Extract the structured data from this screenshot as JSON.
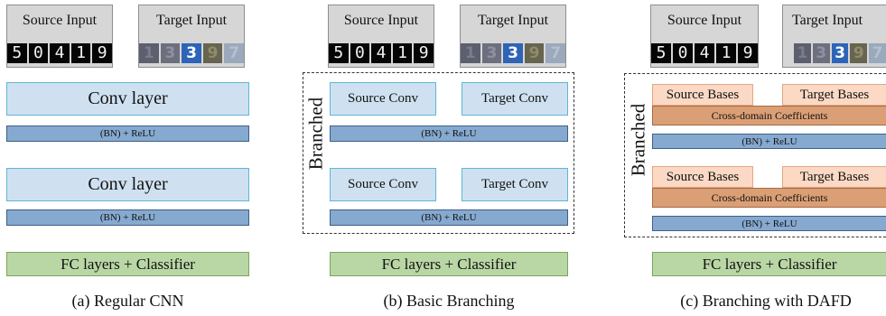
{
  "inputs": {
    "source_title": "Source Input",
    "target_title": "Target Input",
    "source_digits": [
      "5",
      "0",
      "4",
      "1",
      "9"
    ],
    "target_digits": [
      "1",
      "3",
      "3",
      "9",
      "7"
    ]
  },
  "panel_a": {
    "conv1": "Conv layer",
    "relu1": "(BN) + ReLU",
    "conv2": "Conv layer",
    "relu2": "(BN) + ReLU",
    "fc": "FC layers + Classifier",
    "caption": "(a)  Regular CNN"
  },
  "panel_b": {
    "branched": "Branched",
    "source_conv1": "Source Conv",
    "target_conv1": "Target Conv",
    "relu1": "(BN) + ReLU",
    "source_conv2": "Source Conv",
    "target_conv2": "Target Conv",
    "relu2": "(BN) + ReLU",
    "fc": "FC layers + Classifier",
    "caption": "(b)  Basic Branching"
  },
  "panel_c": {
    "branched": "Branched",
    "source_bases1": "Source Bases",
    "target_bases1": "Target Bases",
    "coeff1": "Cross-domain Coefficients",
    "relu1": "(BN) + ReLU",
    "source_bases2": "Source Bases",
    "target_bases2": "Target Bases",
    "coeff2": "Cross-domain Coefficients",
    "relu2": "(BN) + ReLU",
    "fc": "FC layers + Classifier",
    "caption": "(c)  Branching with DAFD"
  },
  "colors": {
    "conv": "#cfe1f0",
    "relu": "#86a9cf",
    "fc": "#b9d7a4",
    "bases": "#fbd9c4",
    "coefficients": "#db9f76",
    "input_box": "#d6d6d6"
  }
}
